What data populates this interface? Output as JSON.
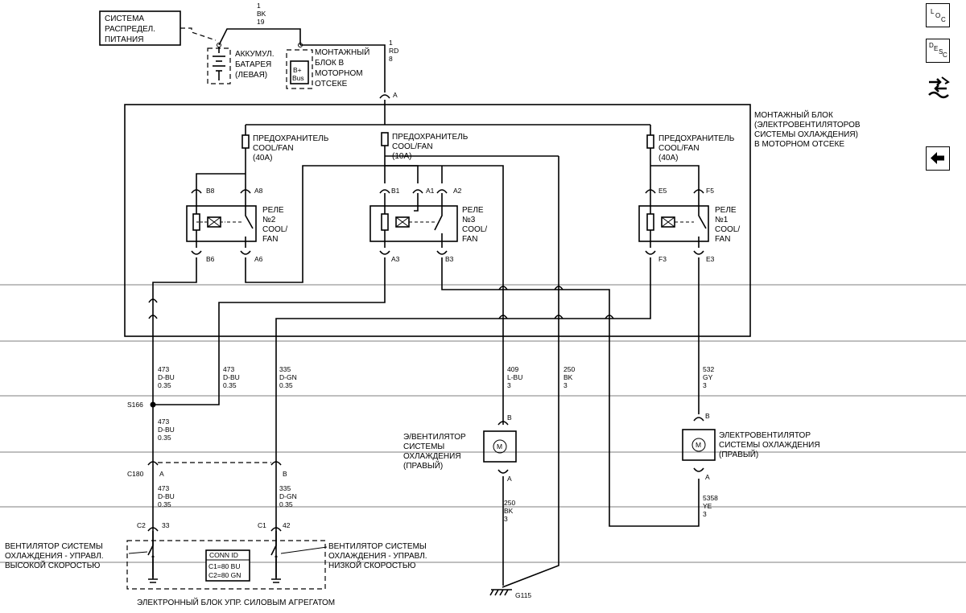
{
  "power_distribution_label": [
    "СИСТЕМА",
    "РАСПРЕДЕЛ.",
    "ПИТАНИЯ"
  ],
  "wires": {
    "bk19": [
      "1",
      "BK",
      "19"
    ],
    "rd8": [
      "1",
      "RD",
      "8"
    ],
    "w473_1": [
      "473",
      "D-BU",
      "0.35"
    ],
    "w473_2": [
      "473",
      "D-BU",
      "0.35"
    ],
    "w335_1": [
      "335",
      "D-GN",
      "0.35"
    ],
    "w409": [
      "409",
      "L-BU",
      "3"
    ],
    "w250_1": [
      "250",
      "BK",
      "3"
    ],
    "w532": [
      "532",
      "GY",
      "3"
    ],
    "w473_3": [
      "473",
      "D-BU",
      "0.35"
    ],
    "w473_4": [
      "473",
      "D-BU",
      "0.35"
    ],
    "w335_2": [
      "335",
      "D-GN",
      "0.35"
    ],
    "w250_2": [
      "250",
      "BK",
      "3"
    ],
    "w5358": [
      "5358",
      "YE",
      "3"
    ]
  },
  "battery": {
    "label": [
      "АККУМУЛ.",
      "БАТАРЕЯ",
      "(ЛЕВАЯ)"
    ]
  },
  "underhood_block": {
    "label": [
      "МОНТАЖНЫЙ",
      "БЛОК В",
      "МОТОРНОМ",
      "ОТСЕКЕ"
    ],
    "bus": [
      "B+",
      "Bus"
    ]
  },
  "cooling_block": {
    "label": [
      "МОНТАЖНЫЙ БЛОК",
      "(ЭЛЕКТРОВЕНТИЛЯТОРОВ",
      "СИСТЕМЫ ОХЛАЖДЕНИЯ)",
      "В МОТОРНОМ ОТСЕКЕ"
    ]
  },
  "fuses": [
    {
      "label": [
        "ПРЕДОХРАНИТЕЛЬ",
        "COOL/FAN",
        "(40А)"
      ]
    },
    {
      "label": [
        "ПРЕДОХРАНИТЕЛЬ",
        "COOL/FAN",
        "(10А)"
      ]
    },
    {
      "label": [
        "ПРЕДОХРАНИТЕЛЬ",
        "COOL/FAN",
        "(40А)"
      ]
    }
  ],
  "relays": [
    {
      "label": [
        "РЕЛЕ",
        "№2",
        "COOL/",
        "FAN"
      ],
      "pins": [
        "B8",
        "A8",
        "B6",
        "A6"
      ]
    },
    {
      "label": [
        "РЕЛЕ",
        "№3",
        "COOL/",
        "FAN"
      ],
      "pins": [
        "B1",
        "A1",
        "A2",
        "A3",
        "B3"
      ]
    },
    {
      "label": [
        "РЕЛЕ",
        "№1",
        "COOL/",
        "FAN"
      ],
      "pins": [
        "E5",
        "F5",
        "F3",
        "E3"
      ]
    }
  ],
  "connector_a": "A",
  "splice": "S166",
  "connector_c180": {
    "name": "C180",
    "pins": [
      "A",
      "B"
    ]
  },
  "ecm_pins": {
    "c2": "C2",
    "c2_pin": "33",
    "c1": "C1",
    "c1_pin": "42"
  },
  "fan_left": {
    "label": [
      "Э/ВЕНТИЛЯТОР",
      "СИСТЕМЫ",
      "ОХЛАЖДЕНИЯ",
      "(ПРАВЫЙ)"
    ],
    "pin_top": "B",
    "pin_bottom": "A",
    "motor": "M"
  },
  "fan_right": {
    "label": [
      "ЭЛЕКТРОВЕНТИЛЯТОР",
      "СИСТЕМЫ ОХЛАЖДЕНИЯ",
      "(ПРАВЫЙ)"
    ],
    "pin_top": "B",
    "pin_bottom": "A",
    "motor": "M"
  },
  "high_speed_label": [
    "ВЕНТИЛЯТОР СИСТЕМЫ",
    "ОХЛАЖДЕНИЯ - УПРАВЛ.",
    "ВЫСОКОЙ СКОРОСТЬЮ"
  ],
  "low_speed_label": [
    "ВЕНТИЛЯТОР СИСТЕМЫ",
    "ОХЛАЖДЕНИЯ - УПРАВЛ.",
    "НИЗКОЙ СКОРОСТЬЮ"
  ],
  "conn_id": {
    "title": "CONN ID",
    "lines": [
      "C1=80 BU",
      "C2=80 GN"
    ]
  },
  "ecm_label": "ЭЛЕКТРОННЫЙ БЛОК УПР. СИЛОВЫМ АГРЕГАТОМ",
  "ground": "G115",
  "side_buttons": {
    "loc": [
      "L",
      "O",
      "C"
    ],
    "desc": [
      "D",
      "E",
      "S",
      "C"
    ]
  }
}
